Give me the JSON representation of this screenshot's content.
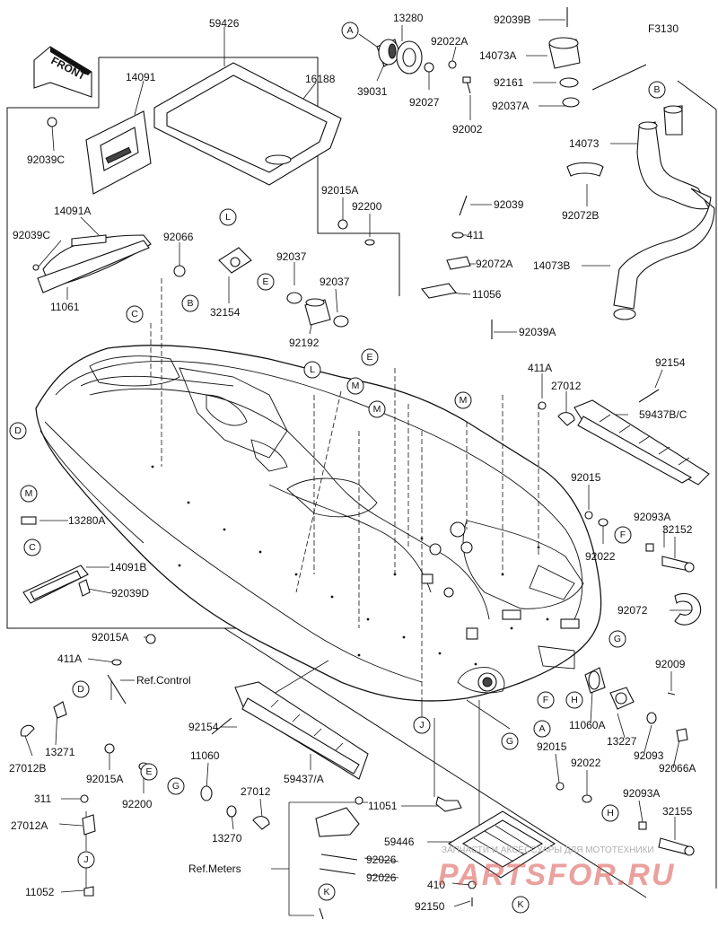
{
  "diagram_code": "F3130",
  "front_label": "FRONT",
  "labels": {
    "p59426": "59426",
    "p14091": "14091",
    "p16188": "16188",
    "p92039C_a": "92039C",
    "p14091A": "14091A",
    "p92039C_b": "92039C",
    "p92066": "92066",
    "p11061": "11061",
    "p13280": "13280",
    "p39031": "39031",
    "p92027": "92027",
    "p92022A": "92022A",
    "p92002": "92002",
    "p92039B": "92039B",
    "p14073A": "14073A",
    "p92161": "92161",
    "p92037A": "92037A",
    "p14073": "14073",
    "p92072B": "92072B",
    "p14073B": "14073B",
    "p92015A_top": "92015A",
    "p92200_top": "92200",
    "p92039_top": "92039",
    "p411_top": "411",
    "p92072A": "92072A",
    "p11056": "11056",
    "p92039A": "92039A",
    "p92037_a": "92037",
    "p92037_b": "92037",
    "p32154": "32154",
    "p92192": "92192",
    "p411A_right": "411A",
    "p27012_right": "27012",
    "p92154_right": "92154",
    "p59437BC": "59437B/C",
    "p13280A": "13280A",
    "p14091B": "14091B",
    "p92039D": "92039D",
    "p92015_right": "92015",
    "p92093A_right": "92093A",
    "p92022_right": "92022",
    "p32152": "32152",
    "p92072": "92072",
    "p92009": "92009",
    "p11060A": "11060A",
    "p13227": "13227",
    "p92093": "92093",
    "p92066A": "92066A",
    "p92015_lower": "92015",
    "p92022_lower": "92022",
    "p92093A_lower": "92093A",
    "p32155": "32155",
    "p92015A_left": "92015A",
    "p411A_left": "411A",
    "ref_control": "Ref.Control",
    "p13271": "13271",
    "p27012B": "27012B",
    "p92154_left": "92154",
    "p11060": "11060",
    "p27012_left": "27012",
    "p92015A_mid": "92015A",
    "p92200_mid": "92200",
    "p59437A": "59437/A",
    "p13270": "13270",
    "ref_meters": "Ref.Meters",
    "p311": "311",
    "p27012A": "27012A",
    "p11052": "11052",
    "p11051": "11051",
    "p59446": "59446",
    "p92026_a": "92026",
    "p92026_b": "92026",
    "p410": "410",
    "p92150": "92150"
  },
  "callouts": {
    "A": "A",
    "B": "B",
    "C": "C",
    "D": "D",
    "E": "E",
    "F": "F",
    "G": "G",
    "H": "H",
    "J": "J",
    "K": "K",
    "L": "L",
    "M": "M"
  },
  "watermark": {
    "top_text": "ЗАПЧАСТИ И АКСЕССУАРЫ ДЛЯ МОТОТЕХНИКИ",
    "brand": "PARTSFOR.RU"
  },
  "colors": {
    "line": "#111111",
    "watermark_red": "#d9534f",
    "watermark_grey": "#b0b0b0"
  }
}
